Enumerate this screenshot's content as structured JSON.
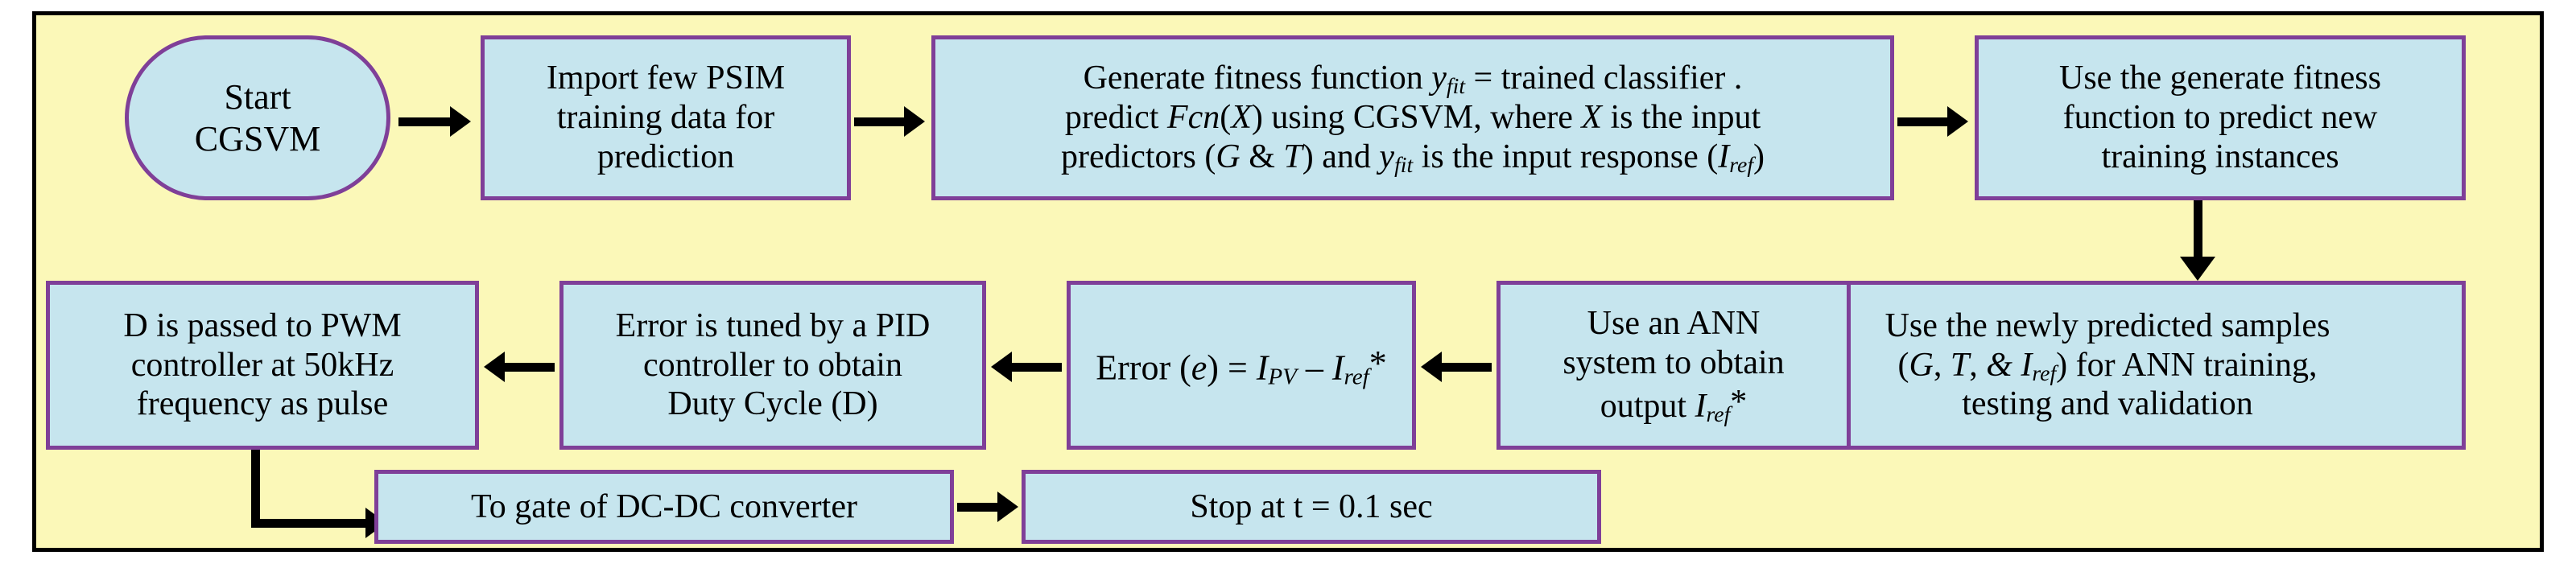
{
  "diagram": {
    "title": "CGSVM-ANN MPPT control flowchart",
    "colors": {
      "background": "#FBF8B8",
      "node_fill": "#C6E5EE",
      "node_border": "#7F3F98",
      "frame_border": "#000000",
      "arrow": "#000000"
    },
    "nodes": [
      {
        "id": "start",
        "shape": "stadium",
        "name": "start-cgsvm",
        "lines": [
          "Start",
          "CGSVM"
        ]
      },
      {
        "id": "import",
        "shape": "rect",
        "name": "import-psim-data",
        "lines": [
          "Import few PSIM",
          "training data for",
          "prediction"
        ]
      },
      {
        "id": "generate",
        "shape": "rect",
        "name": "generate-fitness-function",
        "lines": [
          "Generate fitness function y_fit = trained classifier .",
          "predict Fcn(X) using CGSVM, where X is the input",
          "predictors (G & T) and y_fit is the input response (I_ref)"
        ]
      },
      {
        "id": "use-fitness",
        "shape": "rect",
        "name": "use-fitness-to-predict",
        "lines": [
          "Use the generate fitness",
          "function to predict new",
          "training instances"
        ]
      },
      {
        "id": "ann-train",
        "shape": "rect",
        "name": "ann-training-samples",
        "lines": [
          "Use the newly predicted samples",
          "(G, T, & I_ref) for ANN training,",
          "testing and validation"
        ]
      },
      {
        "id": "ann-output",
        "shape": "rect",
        "name": "ann-output-iref",
        "lines": [
          "Use an ANN",
          "system to obtain",
          "output I_ref*"
        ]
      },
      {
        "id": "error",
        "shape": "rect",
        "name": "error-equation",
        "lines": [
          "Error (e) = I_PV – I_ref*"
        ]
      },
      {
        "id": "pid",
        "shape": "rect",
        "name": "pid-controller",
        "lines": [
          "Error is tuned by a PID",
          "controller to obtain",
          "Duty Cycle (D)"
        ]
      },
      {
        "id": "pwm",
        "shape": "rect",
        "name": "pwm-controller",
        "lines": [
          "D is passed to PWM",
          "controller at 50kHz",
          "frequency as pulse"
        ]
      },
      {
        "id": "gate",
        "shape": "rect",
        "name": "to-gate-dcdc-converter",
        "lines": [
          "To gate of DC-DC converter"
        ]
      },
      {
        "id": "stop",
        "shape": "rect",
        "name": "stop-node",
        "lines": [
          "Stop at t = 0.1 sec"
        ]
      }
    ],
    "text": {
      "start_l1": "Start",
      "start_l2": "CGSVM",
      "import_l1": "Import few PSIM",
      "import_l2": "training data for",
      "import_l3": "prediction",
      "gen_l1_a": "Generate fitness function ",
      "gen_l1_y": "y",
      "gen_l1_sub": "fit",
      "gen_l1_b": " = trained classifier .",
      "gen_l2_a": "predict ",
      "gen_l2_fcn": "Fcn",
      "gen_l2_b": "(",
      "gen_l2_x": "X",
      "gen_l2_c": ") using CGSVM, where ",
      "gen_l2_x2": "X",
      "gen_l2_d": " is the input",
      "gen_l3_a": "predictors (",
      "gen_l3_g": "G",
      "gen_l3_amp": " & ",
      "gen_l3_t": "T",
      "gen_l3_b": ") and ",
      "gen_l3_y": "y",
      "gen_l3_ysub": "fit",
      "gen_l3_c": " is the input response (",
      "gen_l3_i": "I",
      "gen_l3_isub": "ref",
      "gen_l3_d": ")",
      "usefit_l1": "Use the generate fitness",
      "usefit_l2": "function to predict new",
      "usefit_l3": "training instances",
      "anntr_l1": "Use the newly predicted samples",
      "anntr_l2_a": "(",
      "anntr_l2_g": "G",
      "anntr_l2_c1": ", ",
      "anntr_l2_t": "T",
      "anntr_l2_c2": ", ",
      "anntr_l2_amp": "&",
      "anntr_l2_sp": " ",
      "anntr_l2_i": "I",
      "anntr_l2_isub": "ref",
      "anntr_l2_b": ") for ANN training,",
      "anntr_l3": "testing and validation",
      "annout_l1": "Use an ANN",
      "annout_l2": "system to obtain",
      "annout_l3_a": "output ",
      "annout_l3_i": "I",
      "annout_l3_sub": "ref",
      "annout_l3_star": "*",
      "err_a": "Error (",
      "err_e": "e",
      "err_b": ") = ",
      "err_i1": "I",
      "err_i1sub": "PV",
      "err_minus": " – ",
      "err_i2": "I",
      "err_i2sub": "ref",
      "err_star": "*",
      "pid_l1": "Error is tuned by a PID",
      "pid_l2": "controller to obtain",
      "pid_l3": "Duty Cycle (D)",
      "pwm_l1": "D is passed to PWM",
      "pwm_l2": "controller at 50kHz",
      "pwm_l3": "frequency as pulse",
      "gate_l1": "To gate of DC-DC converter",
      "stop_l1": "Stop at t = 0.1 sec"
    },
    "edges": [
      {
        "name": "edge-start-to-import",
        "from": "start",
        "to": "import",
        "direction": "right"
      },
      {
        "name": "edge-import-to-generate",
        "from": "import",
        "to": "generate",
        "direction": "right"
      },
      {
        "name": "edge-generate-to-usefitness",
        "from": "generate",
        "to": "use-fitness",
        "direction": "right"
      },
      {
        "name": "edge-usefitness-to-anntrain",
        "from": "use-fitness",
        "to": "ann-train",
        "direction": "down"
      },
      {
        "name": "edge-anntrain-to-annoutput",
        "from": "ann-train",
        "to": "ann-output",
        "direction": "left"
      },
      {
        "name": "edge-annoutput-to-error",
        "from": "ann-output",
        "to": "error",
        "direction": "left"
      },
      {
        "name": "edge-error-to-pid",
        "from": "error",
        "to": "pid",
        "direction": "left"
      },
      {
        "name": "edge-pid-to-pwm",
        "from": "pid",
        "to": "pwm",
        "direction": "left"
      },
      {
        "name": "edge-pwm-to-gate",
        "from": "pwm",
        "to": "gate",
        "direction": "down-right-elbow"
      },
      {
        "name": "edge-gate-to-stop",
        "from": "gate",
        "to": "stop",
        "direction": "right"
      }
    ]
  }
}
